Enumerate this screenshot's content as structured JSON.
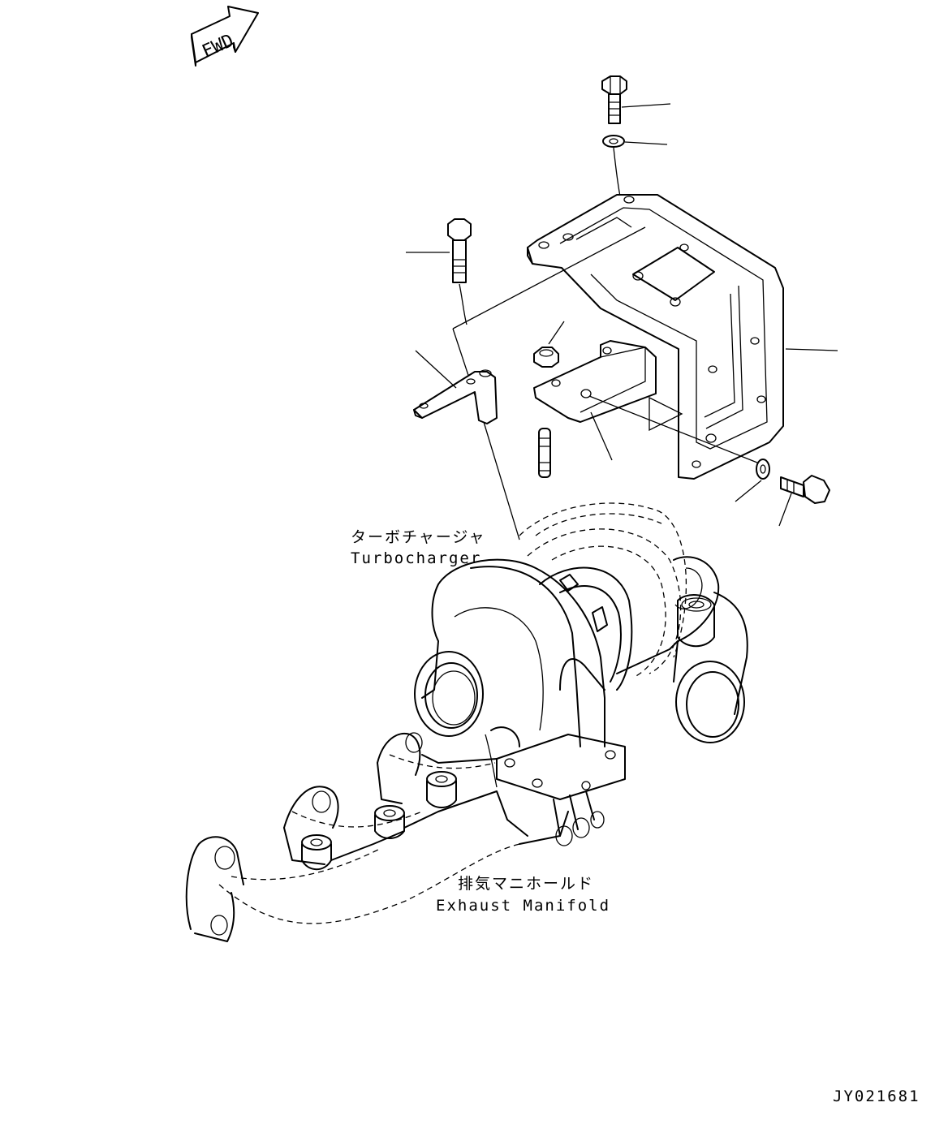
{
  "fwd_arrow": {
    "label": "FWD"
  },
  "labels": {
    "turbocharger_jp": "ターボチャージャ",
    "turbocharger_en": "Turbocharger",
    "exhaust_manifold_jp": "排気マニホールド",
    "exhaust_manifold_en": "Exhaust Manifold"
  },
  "drawing_number": "JY021681",
  "colors": {
    "line": "#000000",
    "background": "#ffffff"
  }
}
